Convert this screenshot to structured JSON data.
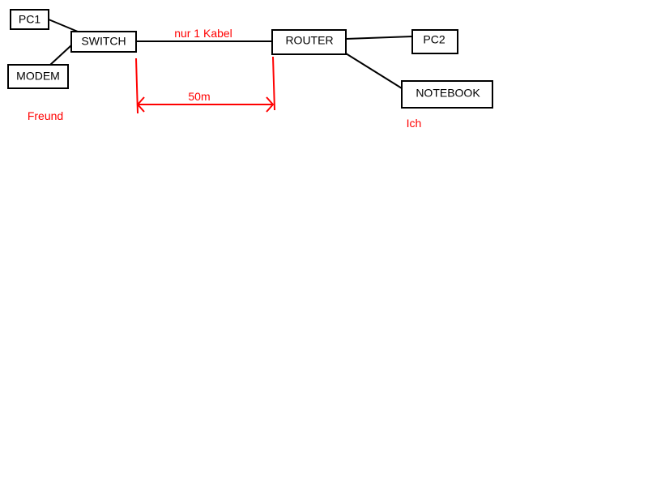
{
  "colors": {
    "annotation": "#ff0000",
    "line": "#000000",
    "background": "#ffffff"
  },
  "nodes": {
    "pc1": "PC1",
    "switch": "SWITCH",
    "modem": "MODEM",
    "router": "ROUTER",
    "pc2": "PC2",
    "notebook": "NOTEBOOK"
  },
  "labels": {
    "cable_note": "nur 1 Kabel",
    "distance": "50m",
    "friend": "Freund",
    "me": "Ich"
  }
}
